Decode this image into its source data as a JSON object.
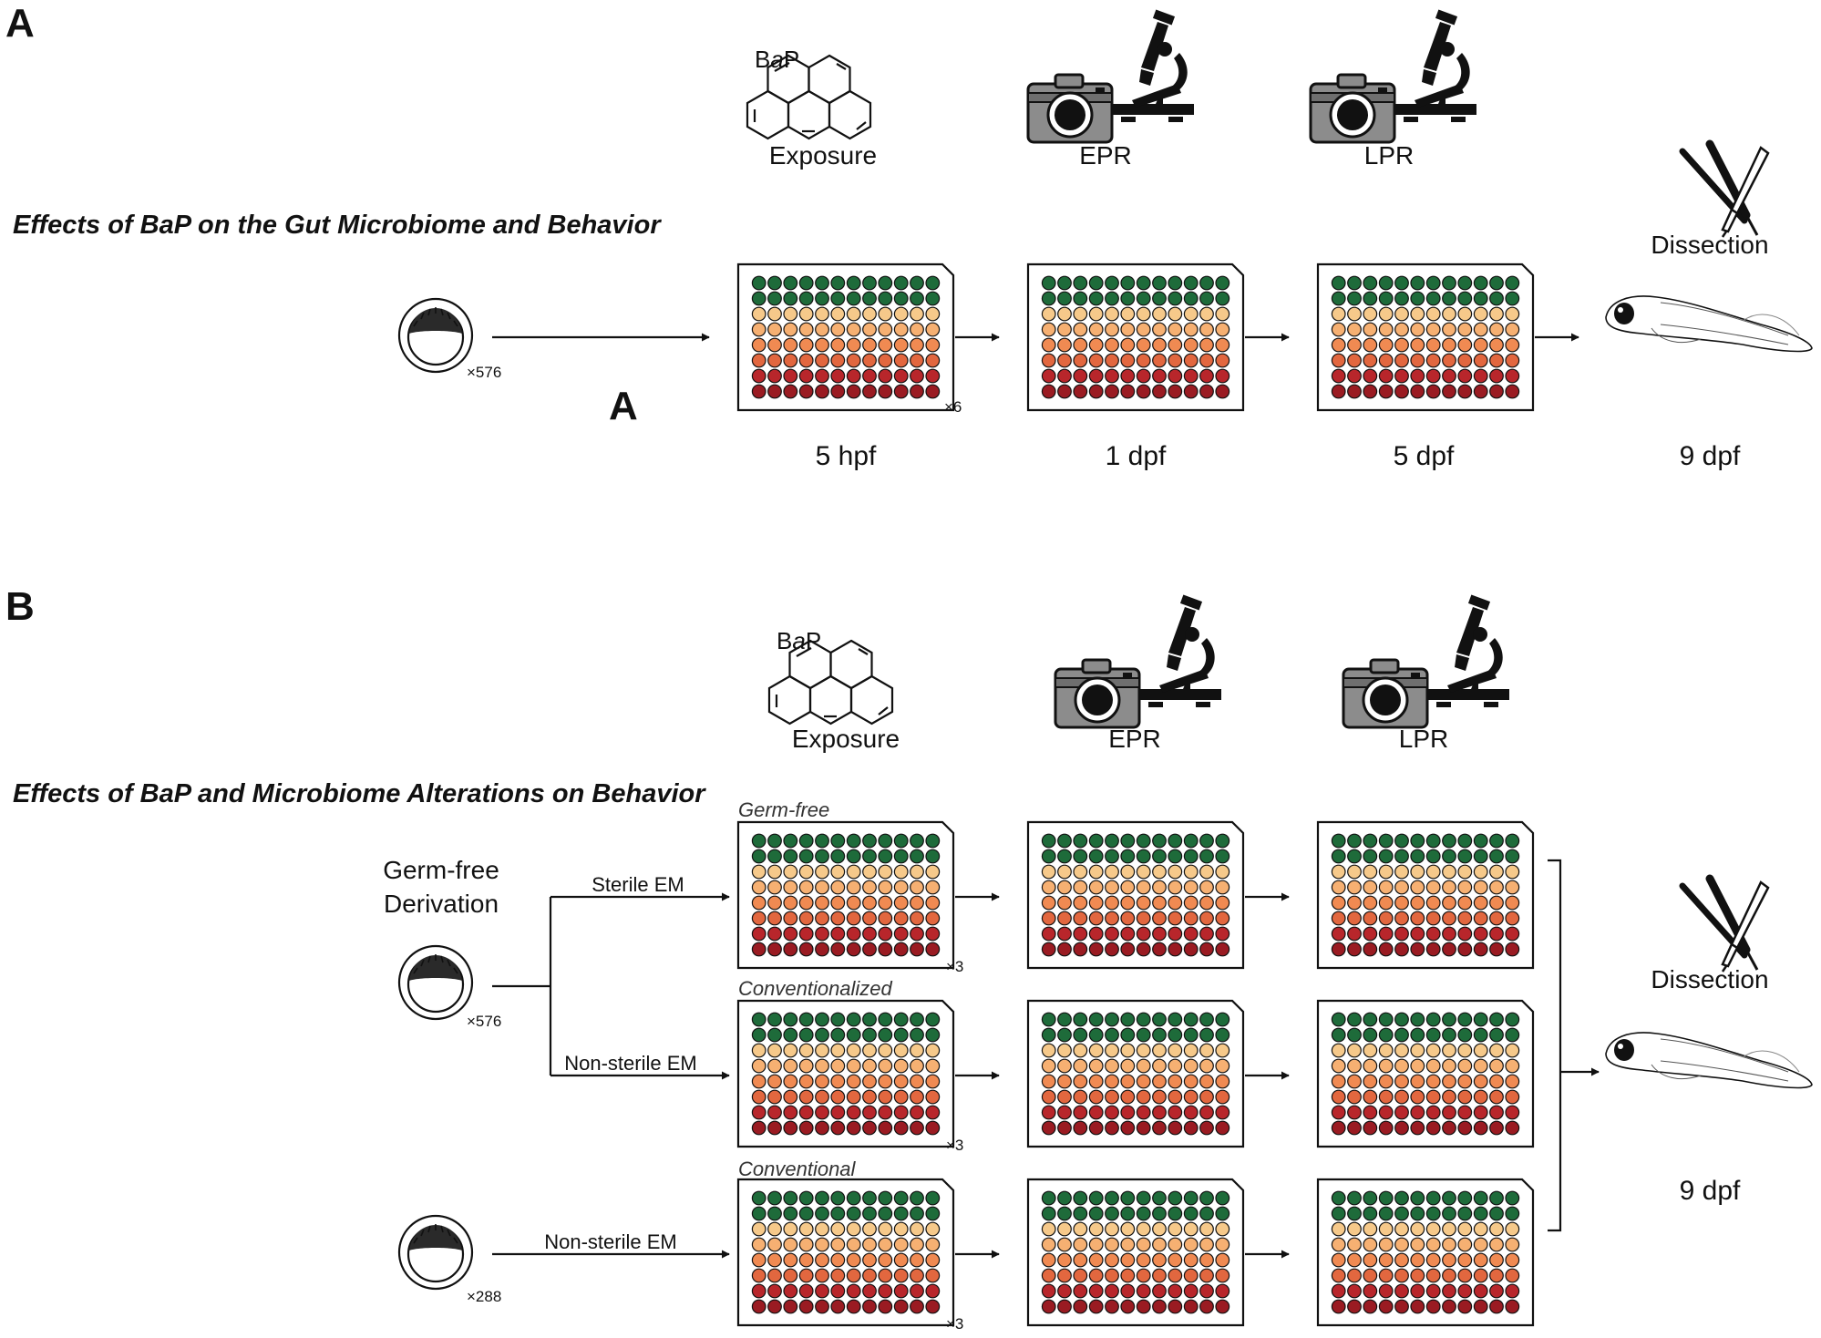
{
  "panel_a": {
    "letter": "A",
    "title": "Effects of BaP on the Gut Microbiome and Behavior",
    "inner_letter": "A",
    "icons": {
      "bap_prefix": "B",
      "bap_italic": "a",
      "bap_suffix": "P",
      "exposure": "Exposure",
      "epr": "EPR",
      "lpr": "LPR",
      "dissection": "Dissection"
    },
    "embryo_count": "×576",
    "plate_multiplier": "×6",
    "timepoints": [
      "5 hpf",
      "1 dpf",
      "5 dpf",
      "9 dpf"
    ]
  },
  "panel_b": {
    "letter": "B",
    "title": "Effects of BaP and Microbiome Alterations on Behavior",
    "icons": {
      "bap_prefix": "B",
      "bap_italic": "a",
      "bap_suffix": "P",
      "exposure": "Exposure",
      "epr": "EPR",
      "lpr": "LPR",
      "dissection": "Dissection"
    },
    "derivation_line1": "Germ-free",
    "derivation_line2": "Derivation",
    "embryo_count_top": "×576",
    "embryo_count_bottom": "×288",
    "rows": [
      {
        "condition": "Germ-free",
        "medium": "Sterile EM",
        "multiplier": "×3"
      },
      {
        "condition": "Conventionalized",
        "medium": "Non-sterile EM",
        "multiplier": "×3"
      },
      {
        "condition": "Conventional",
        "medium": "Non-sterile EM",
        "multiplier": "×3"
      }
    ],
    "timepoint": "9 dpf"
  },
  "plate": {
    "row_colors": [
      "#1e6b3a",
      "#1e6b3a",
      "#f6c98a",
      "#f6b072",
      "#f08a52",
      "#e2673f",
      "#b8262b",
      "#9a1b22"
    ]
  },
  "colors": {
    "ink": "#111111",
    "camera_body": "#8c8c8c",
    "microscope": "#111111"
  }
}
